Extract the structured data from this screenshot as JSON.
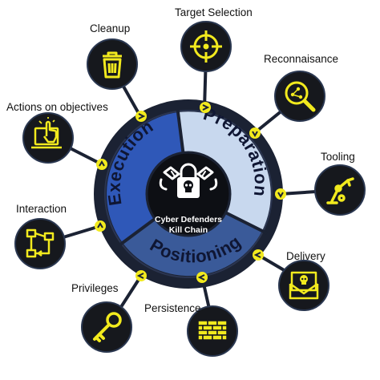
{
  "center": {
    "title_line1": "Cyber Defenders",
    "title_line2": "Kill Chain"
  },
  "phases": [
    {
      "label": "Preparation",
      "color": "#c8d8ee",
      "text_color": "#0f1633"
    },
    {
      "label": "Positioning",
      "color": "#3a5a99",
      "text_color": "#0f1633"
    },
    {
      "label": "Execution",
      "color": "#2f58b8",
      "text_color": "#0f1633"
    }
  ],
  "steps": [
    {
      "label": "Target Selection",
      "icon": "crosshair-icon"
    },
    {
      "label": "Reconnaisance",
      "icon": "magnifier-network-icon"
    },
    {
      "label": "Tooling",
      "icon": "robot-arm-icon"
    },
    {
      "label": "Delivery",
      "icon": "envelope-skull-icon"
    },
    {
      "label": "Persistence",
      "icon": "brick-wall-icon"
    },
    {
      "label": "Privileges",
      "icon": "key-icon"
    },
    {
      "label": "Interaction",
      "icon": "network-interaction-icon"
    },
    {
      "label": "Actions on objectives",
      "icon": "laptop-click-icon"
    },
    {
      "label": "Cleanup",
      "icon": "trash-can-icon"
    }
  ],
  "colors": {
    "accent_yellow": "#f2ea1e",
    "dark_ring": "#1b2233",
    "node_fill": "#16181d",
    "node_border": "#2a3750"
  }
}
